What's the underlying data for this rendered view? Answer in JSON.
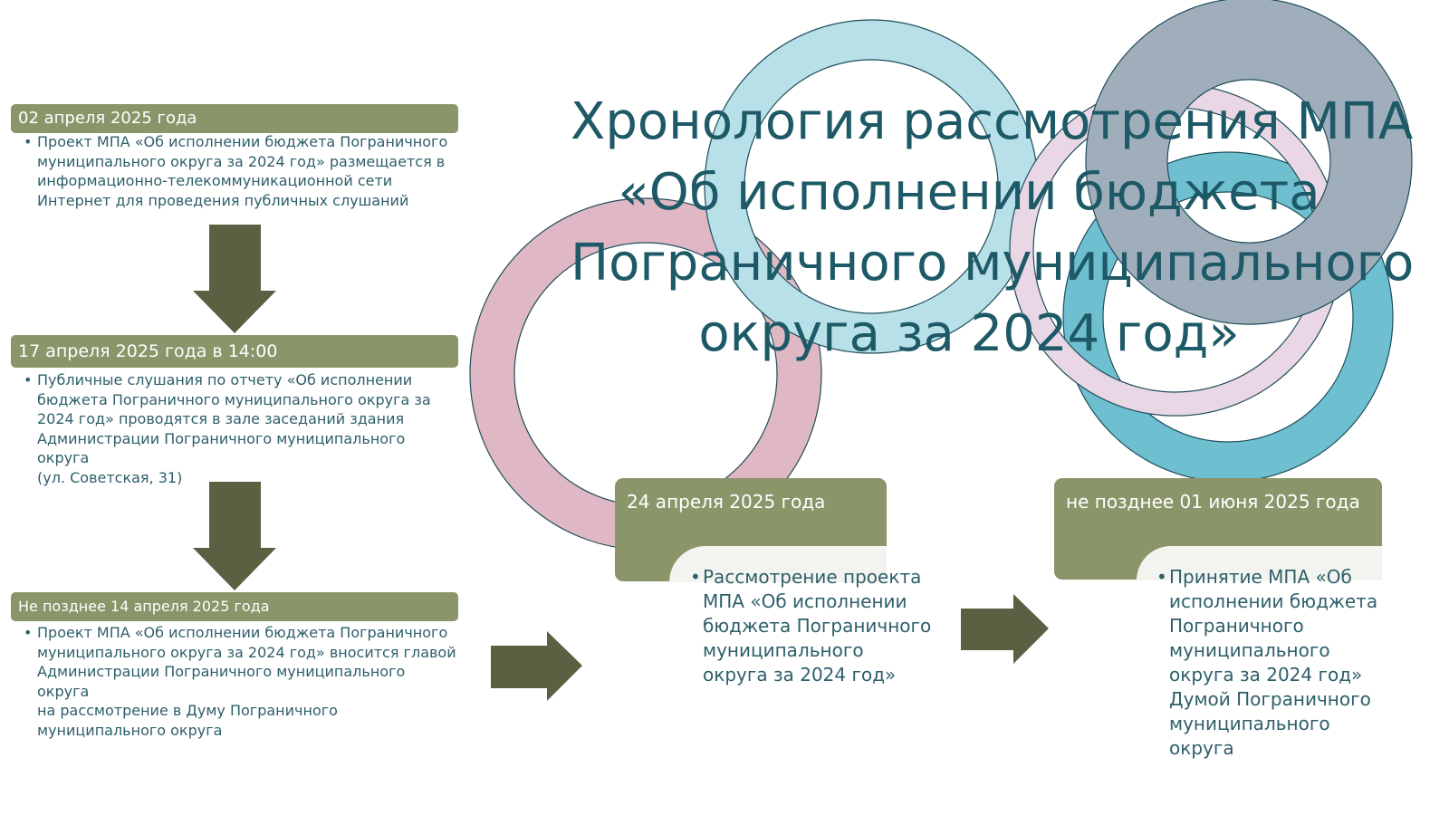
{
  "title": {
    "lines": [
      "Хронология рассмотрения МПА",
      "«Об исполнении бюджета",
      "Пограничного муниципального",
      "округа за 2024 год»"
    ]
  },
  "colors": {
    "title": "#1d5966",
    "body_text": "#2e5f6a",
    "header_fill": "#8a956a",
    "arrow_fill": "#5a6143",
    "ring_pink": "#e0b8c5",
    "ring_light_blue": "#b8e0e8",
    "ring_light_pink": "#ead7e6",
    "ring_teal": "#6ebfd0",
    "ring_gray": "#a0aebb"
  },
  "steps": [
    {
      "header": "02 апреля 2025 года",
      "lines": [
        "Проект МПА «Об исполнении бюджета Пограничного",
        "муниципального округа за 2024 год» размещается в",
        "информационно-телекоммуникационной сети",
        "Интернет для проведения публичных слушаний"
      ]
    },
    {
      "header": "17 апреля 2025 года в 14:00",
      "lines": [
        "Публичные слушания по отчету «Об исполнении",
        "бюджета Пограничного муниципального округа за",
        "2024 год» проводятся в зале заседаний здания",
        "Администрации Пограничного муниципального округа",
        "(ул. Советская, 31)"
      ]
    },
    {
      "header": "Не позднее 14 апреля 2025 года",
      "lines": [
        "Проект МПА «Об исполнении бюджета Пограничного",
        "муниципального округа за 2024 год» вносится главой",
        "Администрации Пограничного муниципального округа",
        "на рассмотрение в Думу Пограничного",
        "муниципального округа"
      ]
    }
  ],
  "cards": [
    {
      "header": "24 апреля 2025 года",
      "lines": [
        "Рассмотрение  проекта",
        "МПА «Об исполнении",
        "бюджета Пограничного",
        "муниципального",
        "округа за 2024 год»"
      ]
    },
    {
      "header": "не позднее 01 июня 2025 года",
      "lines": [
        "Принятие МПА «Об",
        "исполнении бюджета",
        "Пограничного",
        "муниципального",
        "округа за 2024 год»",
        "Думой Пограничного",
        "муниципального",
        "округа"
      ]
    }
  ]
}
